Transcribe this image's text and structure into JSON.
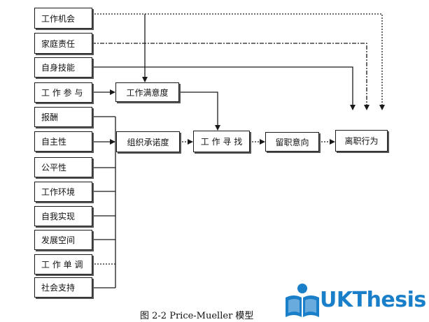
{
  "nodes": {
    "work_opportunity": "工作机会",
    "family_responsibility": "家庭责任",
    "self_skills": "自身技能",
    "work_participation": "工 作 参 与",
    "pay": "报酬",
    "autonomy": "自主性",
    "fairness": "公平性",
    "work_environment": "工作环境",
    "self_realization": "自我实现",
    "development_space": "发展空间",
    "work_monotony": "工 作 单 调",
    "social_support": "社会支持",
    "job_satisfaction": "工作满意度",
    "organizational_commitment": "组织承诺度",
    "job_search": "工 作 寻 找",
    "turnover_intention": "留职意向",
    "turnover_behavior": "离职行为"
  },
  "caption": "图 2-2 Price-Mueller 模型",
  "logo": {
    "text": "UKThesis",
    "color": "#1a7fc9",
    "icon": "reading-person-icon"
  },
  "colors": {
    "line": "#1a1a1a",
    "box_border": "#1a1a1a",
    "text": "#111111"
  }
}
